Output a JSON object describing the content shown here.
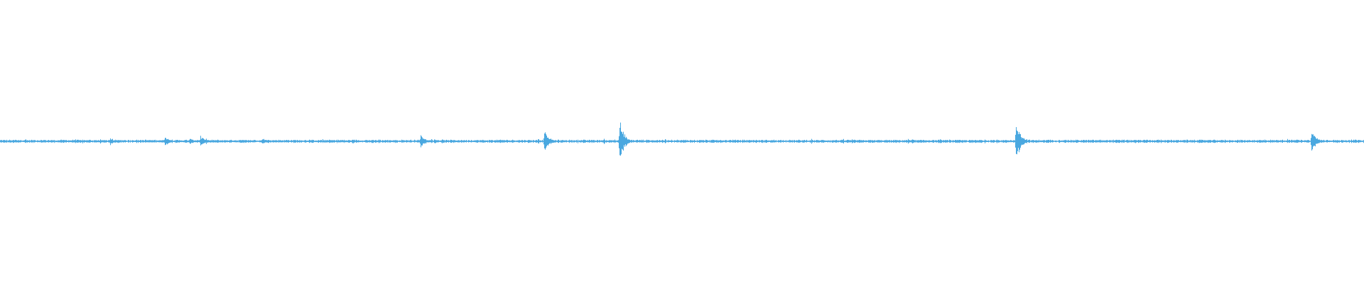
{
  "waveform": {
    "color": "#4aa8e0",
    "baseline_amplitude": 0.006,
    "noise_amplitude": 0.004,
    "peaks": [
      {
        "t": 0.0805,
        "amp": 0.015
      },
      {
        "t": 0.1207,
        "amp": 0.02
      },
      {
        "t": 0.139,
        "amp": 0.012
      },
      {
        "t": 0.1468,
        "amp": 0.02
      },
      {
        "t": 0.1922,
        "amp": 0.012
      },
      {
        "t": 0.3085,
        "amp": 0.03
      },
      {
        "t": 0.3988,
        "amp": 0.045
      },
      {
        "t": 0.4544,
        "amp": 0.085
      },
      {
        "t": 0.7447,
        "amp": 0.08
      },
      {
        "t": 0.9614,
        "amp": 0.045
      }
    ]
  }
}
